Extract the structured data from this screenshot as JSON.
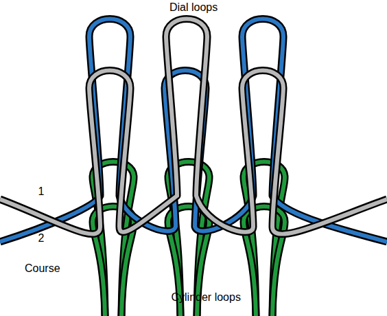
{
  "diagram": {
    "labels": [
      "Dial loops",
      "1",
      "2",
      "Course",
      "Cylinder loops"
    ]
  }
}
